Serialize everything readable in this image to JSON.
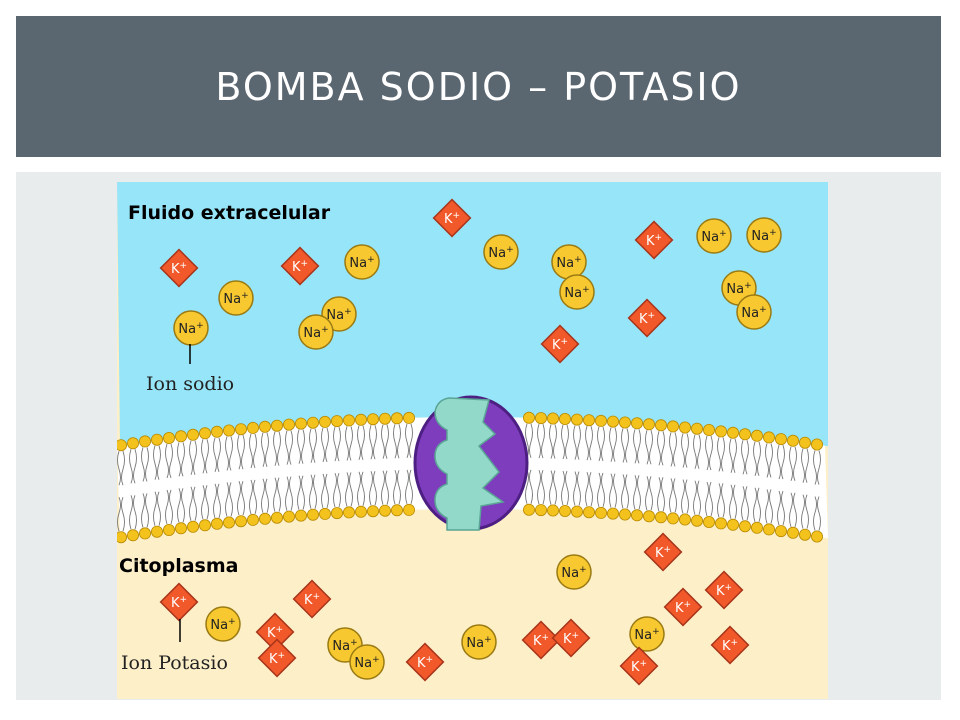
{
  "slide": {
    "title": "BOMBA SODIO – POTASIO"
  },
  "diagram": {
    "extracellular_label": "Fluido extracelular",
    "cytoplasm_label": "Citoplasma",
    "sodium_callout": "Ion sodio",
    "potassium_callout": "Ion Potasio",
    "sodium_symbol": "Na+",
    "potassium_symbol": "K+",
    "colors": {
      "extracellular": "#97e5f8",
      "cytoplasm": "#fdefc8",
      "sodium_ion": "#f7c830",
      "potassium_ion": "#f2592a",
      "lipid_head": "#f4c21c",
      "pump_protein": "#7d3dbd",
      "pump_channel": "#93d9c9"
    }
  }
}
